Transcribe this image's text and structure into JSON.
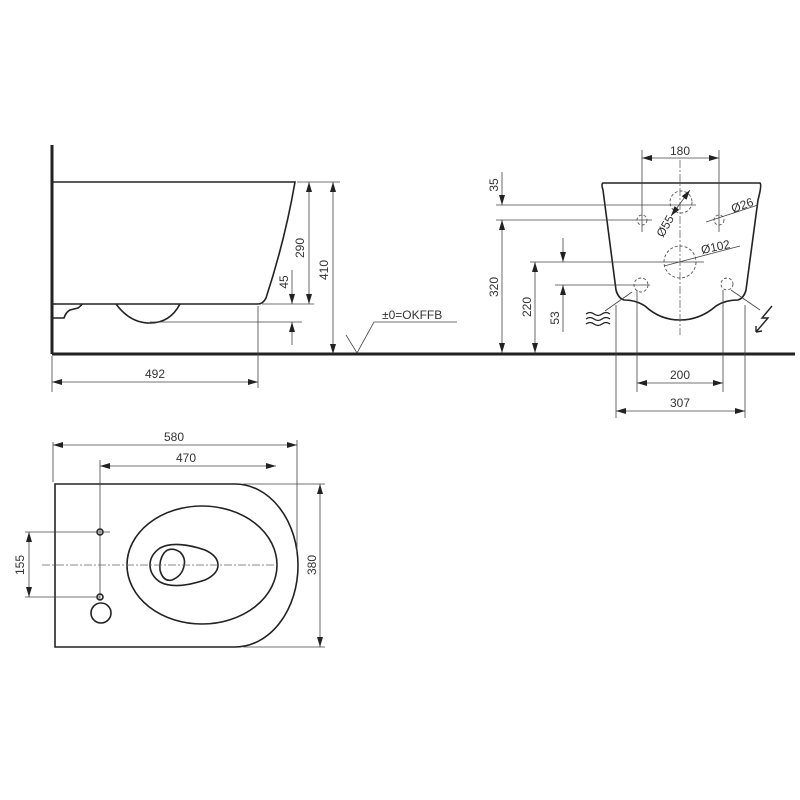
{
  "side_view": {
    "dim_height_bowl": "290",
    "dim_height_total": "410",
    "dim_bottom_offset": "45",
    "dim_projection": "492",
    "floor_label": "±0=OKFFB"
  },
  "front_view": {
    "dim_bolt_spacing": "180",
    "dim_top_offset": "35",
    "dim_bolt_height": "320",
    "dim_outlet_height": "220",
    "dim_supply_offset": "53",
    "dim_supply_spacing": "200",
    "dim_width": "307",
    "label_inlet_diameter": "Ø55",
    "label_bolt_diameter": "Ø26",
    "label_outlet_diameter": "Ø102"
  },
  "top_view": {
    "dim_length": "580",
    "dim_bolt_to_front": "470",
    "dim_bolt_spacing": "155",
    "dim_width": "380"
  }
}
